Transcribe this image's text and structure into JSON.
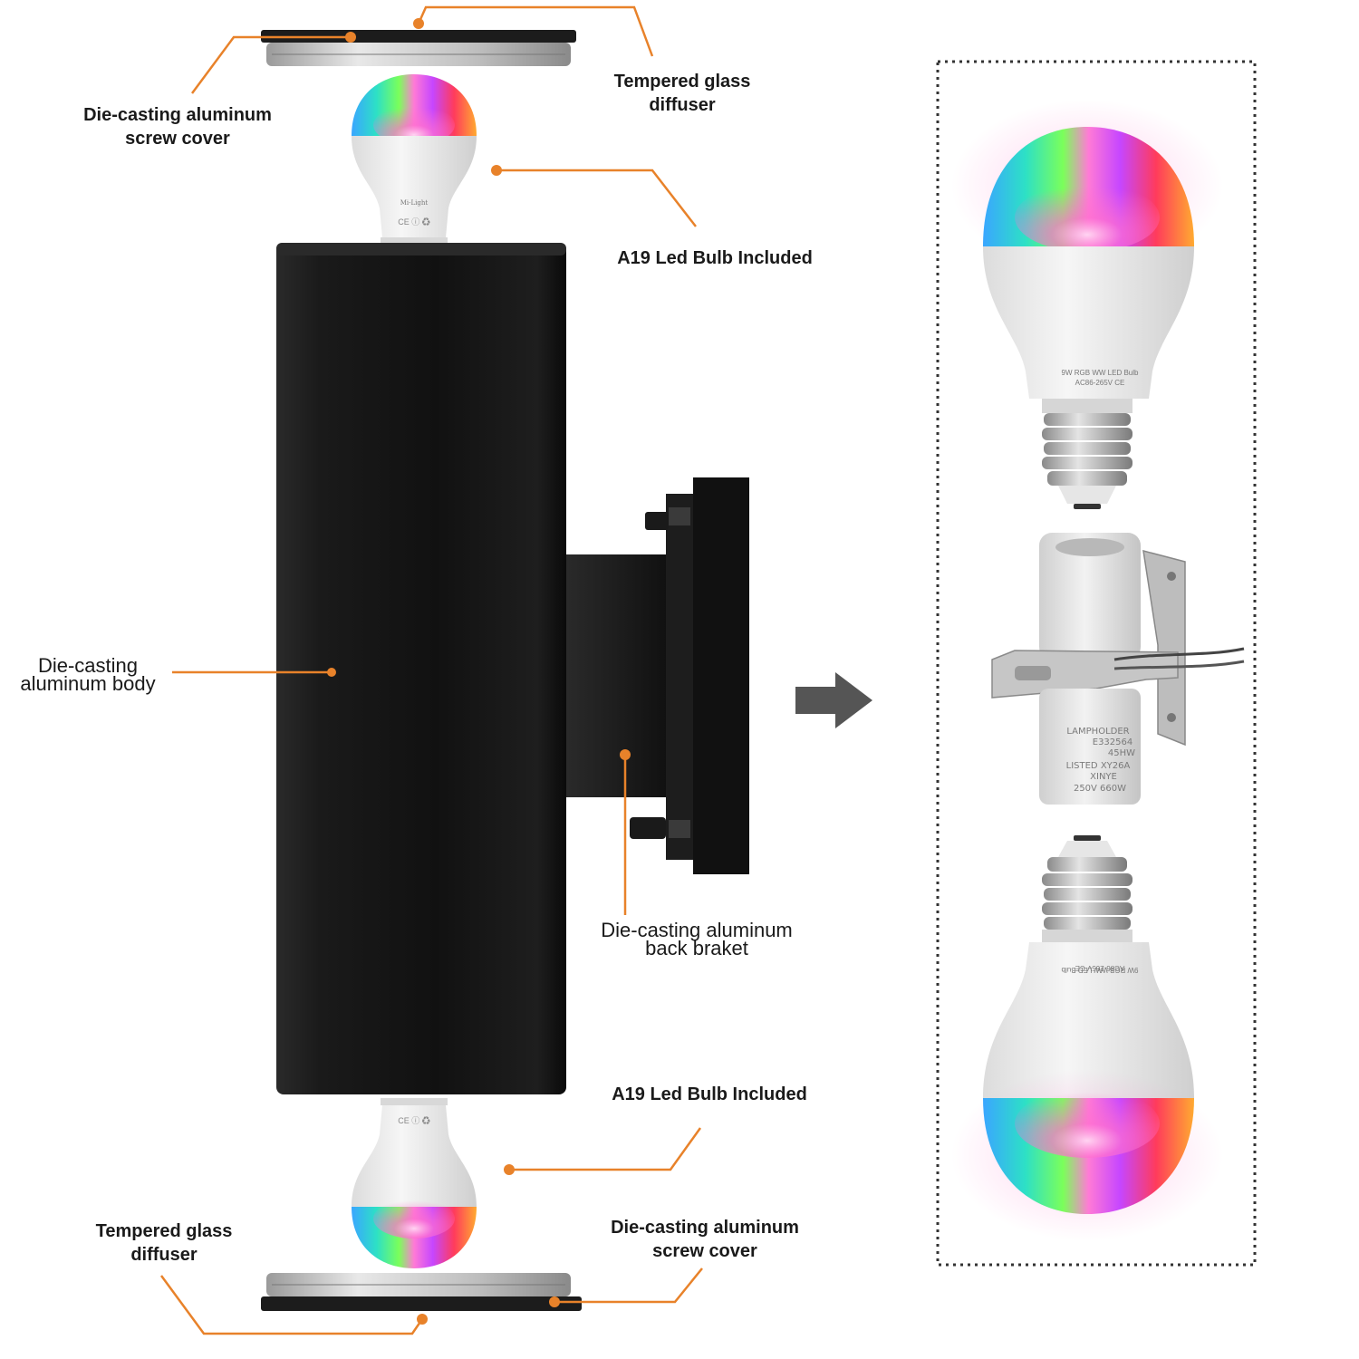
{
  "labels": {
    "top_screw_cover": [
      "Die-casting aluminum",
      "screw cover"
    ],
    "top_diffuser": [
      "Tempered glass",
      "diffuser"
    ],
    "top_bulb": "A19 Led Bulb Included",
    "body": [
      "Die-casting",
      "aluminum body"
    ],
    "bracket": [
      "Die-casting aluminum",
      "back braket"
    ],
    "bottom_bulb": "A19 Led Bulb Included",
    "bottom_diffuser": [
      "Tempered glass",
      "diffuser"
    ],
    "bottom_screw_cover": [
      "Die-casting aluminum",
      "screw cover"
    ]
  },
  "bulb_print": {
    "brand": "Mi-Light",
    "spec_line_1": "9W RGB WW LED Bulb",
    "spec_line_2": "AC86-265V CE"
  },
  "lampholder_print": [
    "LAMPHOLDER",
    "E332564",
    "45HW",
    "LISTED  XY26A",
    "XINYE",
    "250V  660W"
  ],
  "colors": {
    "leader": "#e8822a",
    "fixture": "#1c1c1c",
    "arrow": "#555555",
    "frame": "#333333"
  },
  "icons": [
    "arrow-right-icon"
  ]
}
